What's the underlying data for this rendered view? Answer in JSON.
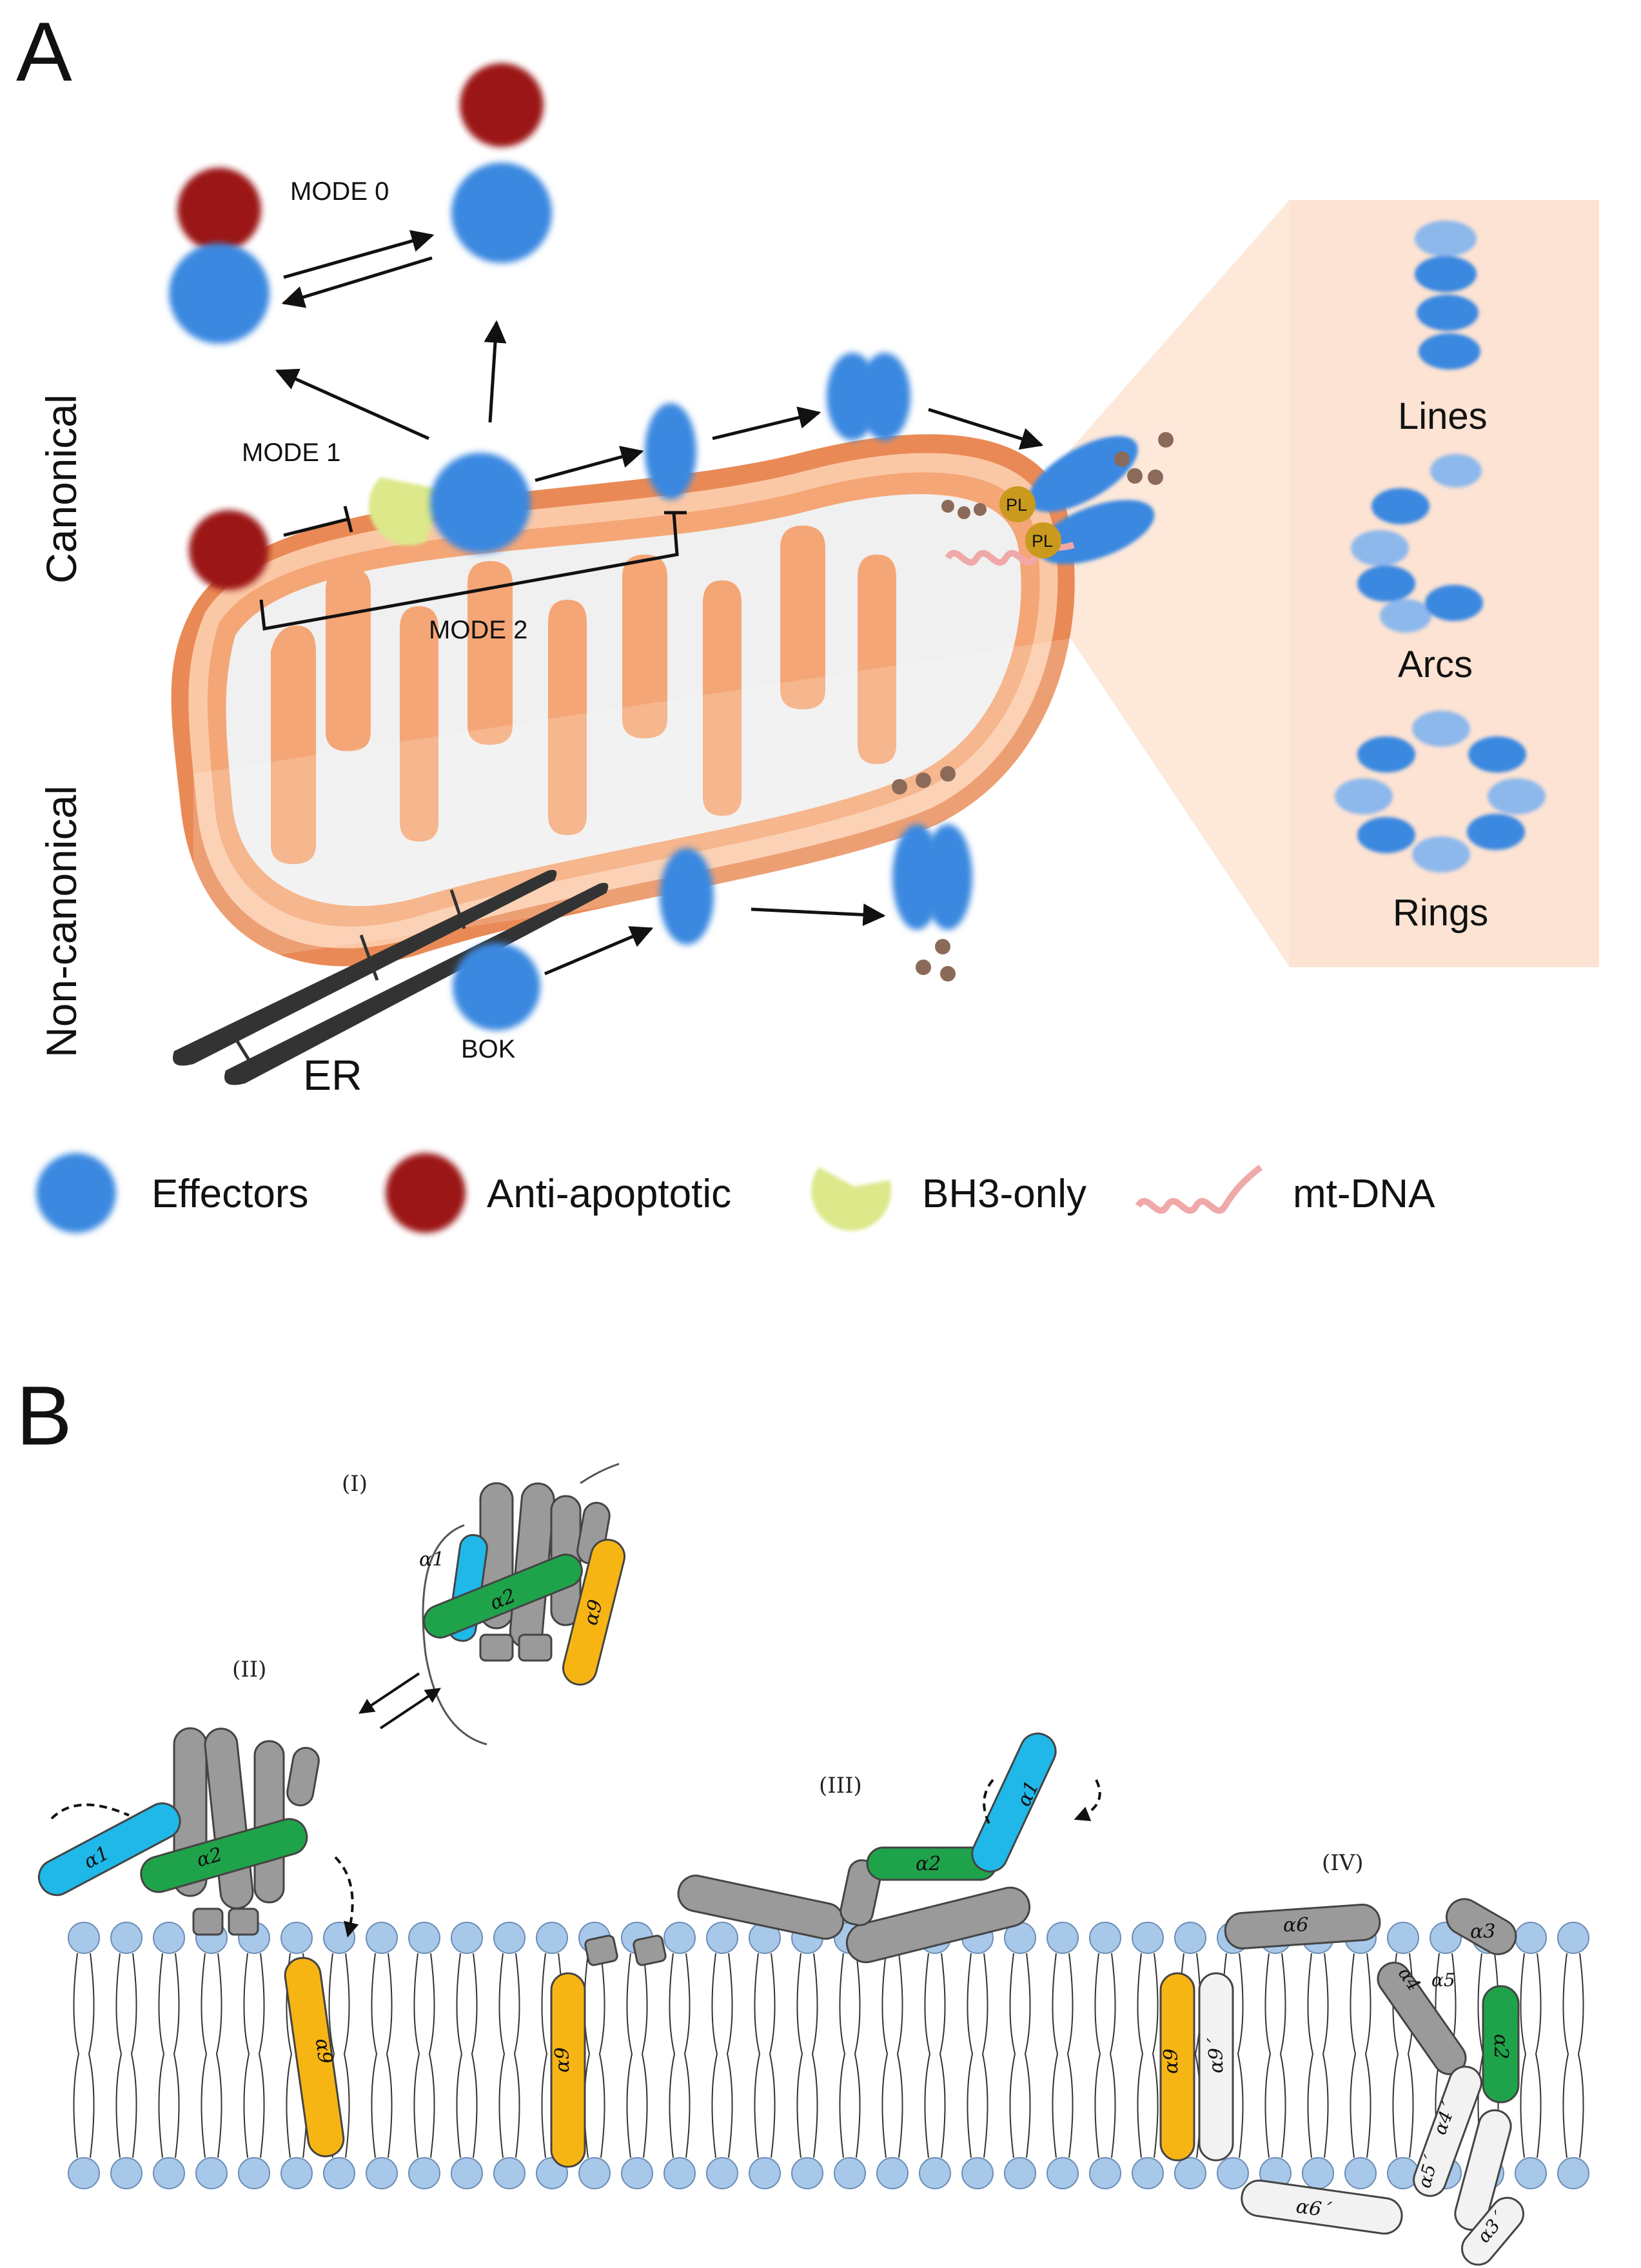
{
  "panel_a": {
    "letter": "A",
    "side_labels": {
      "canonical": "Canonical",
      "non_canonical": "Non-canonical"
    },
    "modes": {
      "mode0": "MODE 0",
      "mode1": "MODE 1",
      "mode2": "MODE 2"
    },
    "membrane_labels": {
      "pl": "PL",
      "er": "ER",
      "bok": "BOK"
    },
    "assemblies": {
      "lines": "Lines",
      "arcs": "Arcs",
      "rings": "Rings"
    },
    "legend": [
      {
        "label": "Effectors",
        "color": "#3b88e0"
      },
      {
        "label": "Anti-apoptotic",
        "color": "#9b1212"
      },
      {
        "label": "BH3-only",
        "color": "#dce88a"
      },
      {
        "label": "mt-DNA",
        "color": "#f0a8a8"
      }
    ],
    "colors": {
      "effector": "#3b88e0",
      "anti_apoptotic": "#9b1212",
      "bh3_only": "#dce88a",
      "mitochondrion": "#f4a57a",
      "phospholipid": "#c99a1e",
      "zoom_panel": "#fde3d3"
    }
  },
  "panel_b": {
    "letter": "B",
    "states": {
      "s1": "(I)",
      "s2": "(II)",
      "s3": "(III)",
      "s4": "(IV)"
    },
    "helices": {
      "a1": "α1",
      "a2": "α2",
      "a3": "α3",
      "a4": "α4",
      "a5": "α5",
      "a6": "α6",
      "a9": "α9",
      "a3p": "α3´",
      "a4p": "α4´",
      "a5p": "α5´",
      "a6p": "α6´",
      "a9p": "α9´"
    },
    "colors": {
      "a1": "#1fb8e8",
      "a2": "#1fa34a",
      "a9": "#f7b514",
      "core": "#9a9a9a",
      "dimer": "#f2f2f2",
      "lipid_head": "#a8c8ea"
    }
  }
}
